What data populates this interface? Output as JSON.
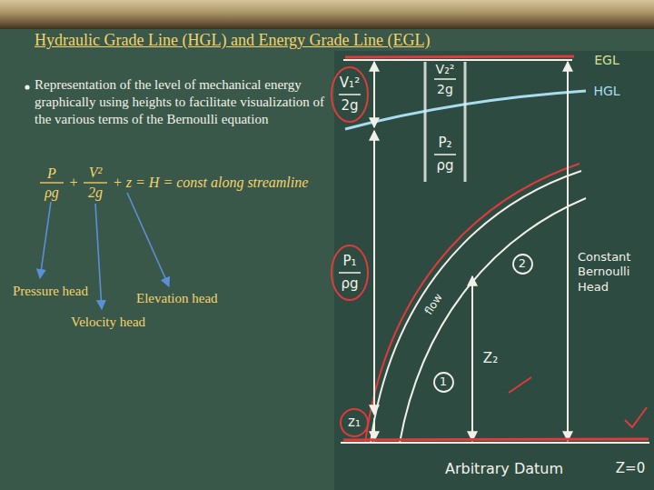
{
  "diagram": {
    "title": "Hydraulic Grade Line (HGL) and Energy Grade Line (EGL)",
    "nodes": [
      {
        "text": [
          "1"
        ]
      },
      {
        "text": [
          "2"
        ]
      }
    ],
    "labels": [
      "Representation of the level of mechanical energy graphically using heights to facilitate visualization of the various terms of the Bernoulli equation",
      "P",
      "ρg",
      "+",
      "V²",
      "2g",
      "+ z = H = const along streamline",
      "Pressure head",
      "Velocity head",
      "Elevation head",
      "EGL",
      "HGL",
      "V₁²",
      "2g",
      "P₁",
      "ρg",
      "z₁",
      "V₂²",
      "2g",
      "P₂",
      "ρg",
      "Z₂",
      "flow",
      "Constant Bernoulli Head",
      "Arbitrary Datum",
      "Z=0"
    ]
  }
}
